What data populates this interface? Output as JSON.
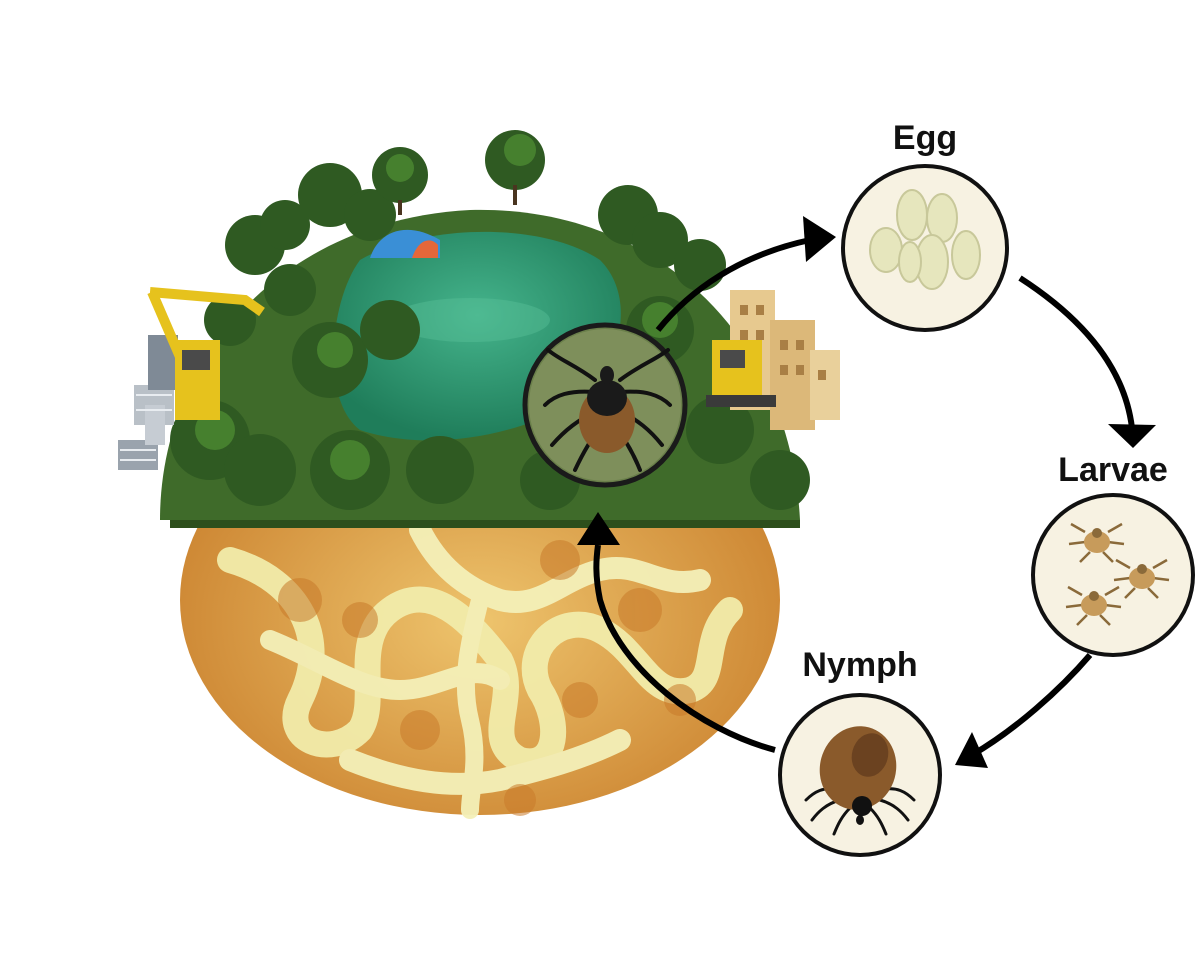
{
  "diagram": {
    "stages": [
      {
        "id": "egg",
        "label": "Egg"
      },
      {
        "id": "larvae",
        "label": "Larvae"
      },
      {
        "id": "nymph",
        "label": "Nymph"
      },
      {
        "id": "adult",
        "label": ""
      }
    ],
    "cycle_direction": "clockwise: adult → egg → larvae → nymph → adult"
  },
  "colors": {
    "arrow": "#000000",
    "circle_fill": "#f7f2e2",
    "forest_green": "#3f6b2a",
    "water": "#2e9b76",
    "soil_orange": "#d9933e",
    "soil_yellow": "#f2ecaa",
    "egg": "#e6e6bd",
    "tick_brown": "#8a5a2b",
    "tick_body_dark": "#1a1a1a",
    "tent_blue": "#3a8fd6",
    "excavator_yellow": "#e6c21d"
  },
  "icons": [
    "globe-illustration",
    "tick-adult-icon",
    "egg-cluster-icon",
    "larva-icon",
    "nymph-icon",
    "tent-icon",
    "excavator-icon",
    "building-icon"
  ]
}
